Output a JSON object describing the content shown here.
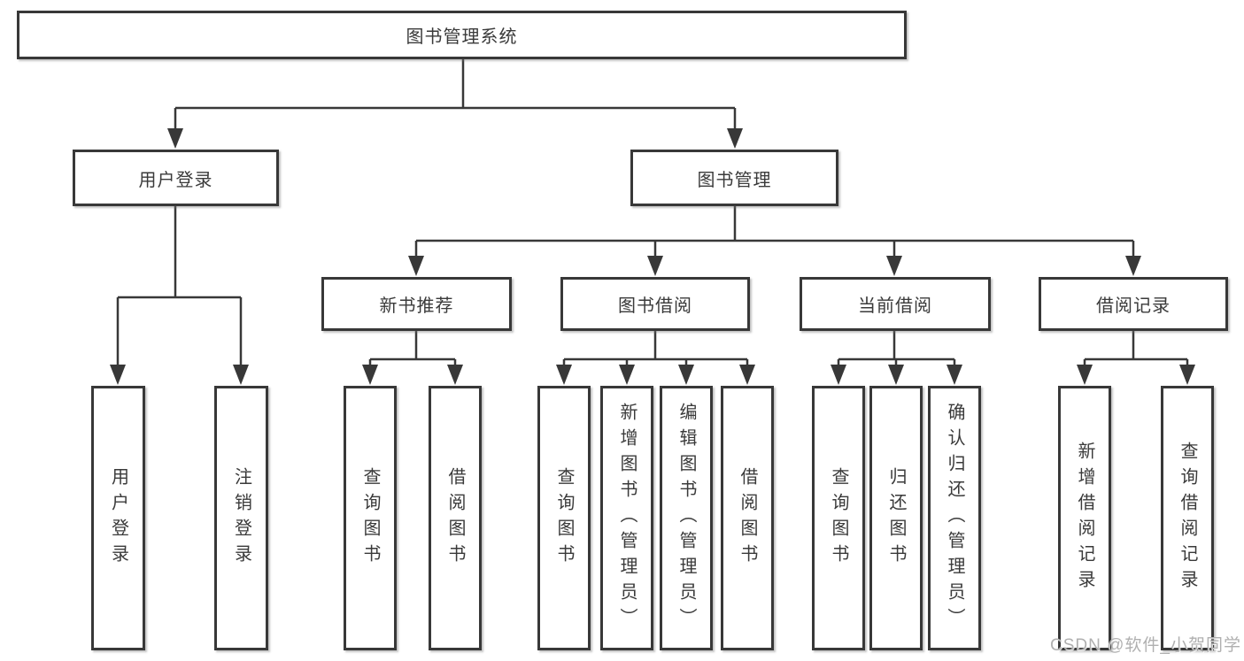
{
  "root": {
    "label": "图书管理系统"
  },
  "branches": [
    {
      "label": "用户登录",
      "children": [
        {
          "label": "用户登录"
        },
        {
          "label": "注销登录"
        }
      ]
    },
    {
      "label": "图书管理",
      "sections": [
        {
          "label": "新书推荐",
          "children": [
            {
              "label": "查询图书"
            },
            {
              "label": "借阅图书"
            }
          ]
        },
        {
          "label": "图书借阅",
          "children": [
            {
              "label": "查询图书"
            },
            {
              "label": "新增图书（管理员）"
            },
            {
              "label": "编辑图书（管理员）"
            },
            {
              "label": "借阅图书"
            }
          ]
        },
        {
          "label": "当前借阅",
          "children": [
            {
              "label": "查询图书"
            },
            {
              "label": "归还图书"
            },
            {
              "label": "确认归还（管理员）"
            }
          ]
        },
        {
          "label": "借阅记录",
          "children": [
            {
              "label": "新增借阅记录"
            },
            {
              "label": "查询借阅记录"
            }
          ]
        }
      ]
    }
  ],
  "watermark": "CSDN @软件_小贺同学",
  "colors": {
    "line": "#383838",
    "text": "#3a3a3a",
    "background": "#ffffff",
    "watermark": "#b0b0b0"
  }
}
